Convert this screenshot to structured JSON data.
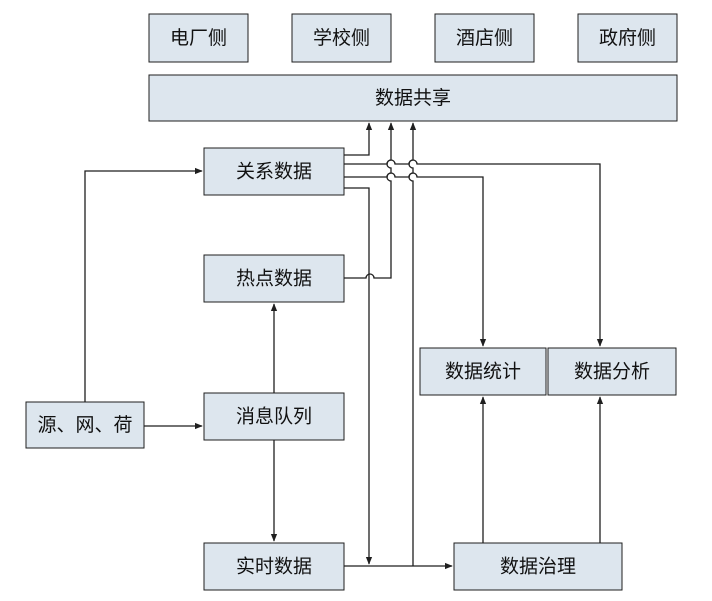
{
  "nodes": {
    "power_plant": "电厂侧",
    "school": "学校侧",
    "hotel": "酒店侧",
    "government": "政府侧",
    "data_sharing": "数据共享",
    "relational_data": "关系数据",
    "hotspot_data": "热点数据",
    "source_grid_load": "源、网、荷",
    "message_queue": "消息队列",
    "realtime_data": "实时数据",
    "data_statistics": "数据统计",
    "data_analysis": "数据分析",
    "data_governance": "数据治理"
  },
  "colors": {
    "box_fill": "#dde6ee",
    "line": "#1f1f1f",
    "text": "#111111"
  }
}
